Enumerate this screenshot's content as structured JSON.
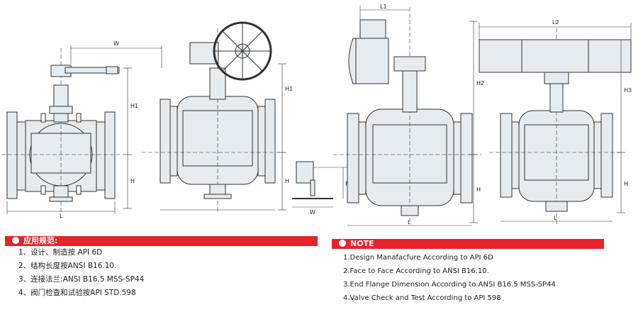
{
  "dimension_labels": {
    "w1": "W",
    "h1_v1": "H1",
    "h_v1": "H",
    "l_v1": "L",
    "h1_v2": "H1",
    "h_v2": "H",
    "f_v3": "F",
    "w_v3": "W",
    "l1": "L1",
    "h2": "H2",
    "h_v4": "H",
    "l_v4": "L",
    "l2": "L2",
    "h3": "H3",
    "h_v5": "H",
    "l_v5": "L"
  },
  "left_banner": {
    "title": "应用规范:"
  },
  "left_notes": [
    "1、设计、制造按 API 6D",
    "2、结构长度按ANSI B16.10.",
    "3、连接法兰:ANSI B16.5 MSS-SP44",
    "4、阀门检查和试验按API STD.598"
  ],
  "right_banner": {
    "title": "NOTE"
  },
  "right_notes": [
    "1.Design Manafacfure According to API 6D",
    "2.Face to Face According to ANSI B16.10.",
    "3.End Flange Dimension According to ANSI B16.5 MSS-SP44",
    "4.Valve Check and Test According to API 598"
  ],
  "colors": {
    "accent": "#e8232a",
    "body_fill": "#e6ebef",
    "line": "#333333"
  }
}
